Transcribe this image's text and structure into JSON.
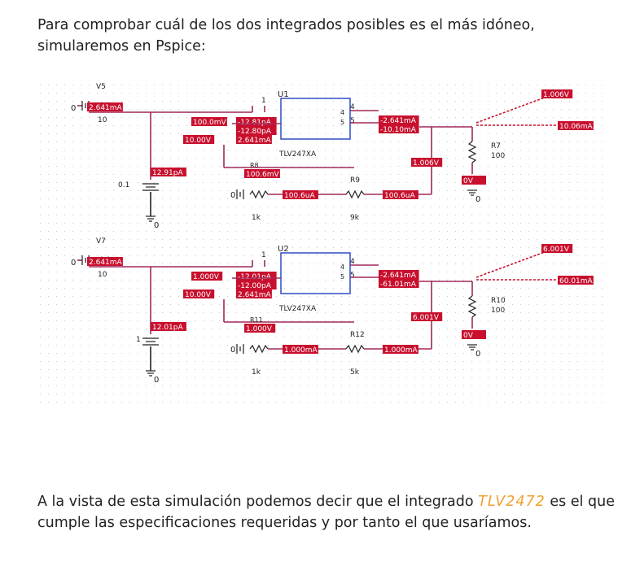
{
  "intro_text": "Para comprobar cuál de los dos integrados posibles es el más idóneo, simularemos en Pspice:",
  "conclusion": {
    "before": "A la vista de esta simulación podemos decir que el integrado ",
    "highlight": "TLV2472",
    "after": " es el que cumple las especificaciones requeridas y por tanto el que usaríamos."
  },
  "schematic": {
    "circuit1": {
      "source_name": "V5",
      "source_value": "10",
      "source_current": "2.641mA",
      "ic_name": "U1",
      "ic_part": "TLV247XA",
      "pin1": "1",
      "pin4": "4",
      "pin5": "5",
      "ic_in4": "4",
      "ic_in5": "5",
      "in_voltage": "100.0mV",
      "in_cur1": "-12.81pA",
      "in_cur2": "-12.80pA",
      "in_cur3": "2.641mA",
      "out_cur1": "-2.641mA",
      "out_cur2": "-10.10mA",
      "ten_v": "10.00V",
      "cap_value": "0.1",
      "cap_current": "12.91pA",
      "r8_voltage": "100.6mV",
      "r8_name": "R8",
      "r8_value": "1k",
      "r8_current": "100.6uA",
      "r9_name": "R9",
      "r9_value": "9k",
      "r9_current": "100.6uA",
      "v_out": "1.006V",
      "v_out_top": "1.006V",
      "i_load": "10.06mA",
      "r_load_name": "R7",
      "r_load_value": "100",
      "zero_v": "0V",
      "gnd": "0",
      "gnd2": "0",
      "node": "0"
    },
    "circuit2": {
      "source_name": "V7",
      "source_value": "10",
      "source_current": "2.641mA",
      "ic_name": "U2",
      "ic_part": "TLV247XA",
      "pin1": "1",
      "pin4": "4",
      "pin5": "5",
      "ic_in4": "4",
      "ic_in5": "5",
      "in_voltage": "1.000V",
      "in_cur1": "-12.01pA",
      "in_cur2": "-12.00pA",
      "in_cur3": "2.641mA",
      "out_cur1": "-2.641mA",
      "out_cur2": "-61.01mA",
      "ten_v": "10.00V",
      "cap_value": "1",
      "cap_current": "12.01pA",
      "r8_voltage": "1.000V",
      "r8_name": "R11",
      "r8_value": "1k",
      "r8_current": "1.000mA",
      "r9_name": "R12",
      "r9_value": "5k",
      "r9_current": "1.000mA",
      "v_out": "6.001V",
      "v_out_top": "6.001V",
      "i_load": "60.01mA",
      "r_load_name": "R10",
      "r_load_value": "100",
      "zero_v": "0V",
      "gnd": "0",
      "gnd2": "0",
      "node": "0"
    }
  }
}
